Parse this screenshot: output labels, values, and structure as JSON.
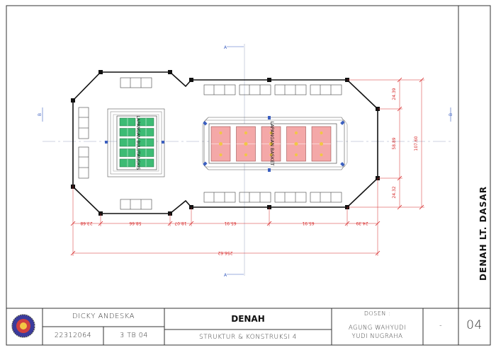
{
  "sheet": {
    "title": "DENAH LT. DASAR",
    "sheet_number": "04",
    "dash": "-"
  },
  "titleblock": {
    "student_name": "DICKY ANDESKA",
    "student_id": "22312064",
    "class": "3 TB 04",
    "drawing_title": "DENAH",
    "course": "STRUKTUR & KONSTRUKSI 4",
    "lecturer_label": "DOSEN :",
    "lecturer_1": "AGUNG WAHYUDI",
    "lecturer_2": "YUDI NUGRAHA"
  },
  "plan": {
    "court_badminton_label": "LAPANGAN BULUTANGKIS",
    "court_basket_label": "LAPANGAN BASKET",
    "section_marker_a": "A",
    "section_marker_b": "B"
  },
  "dimensions": {
    "bottom": [
      "23.68",
      "58.66",
      "18.07",
      "65.91",
      "65.91",
      "24.39"
    ],
    "overall": "256.62",
    "right": [
      "24.39",
      "58.89",
      "24.32"
    ],
    "right_overall": "107.60"
  },
  "colors": {
    "dim": "#d62828",
    "basket_court": "#f4a8a8",
    "badminton_court": "#3dbb74",
    "marker": "#3b5fc0"
  }
}
